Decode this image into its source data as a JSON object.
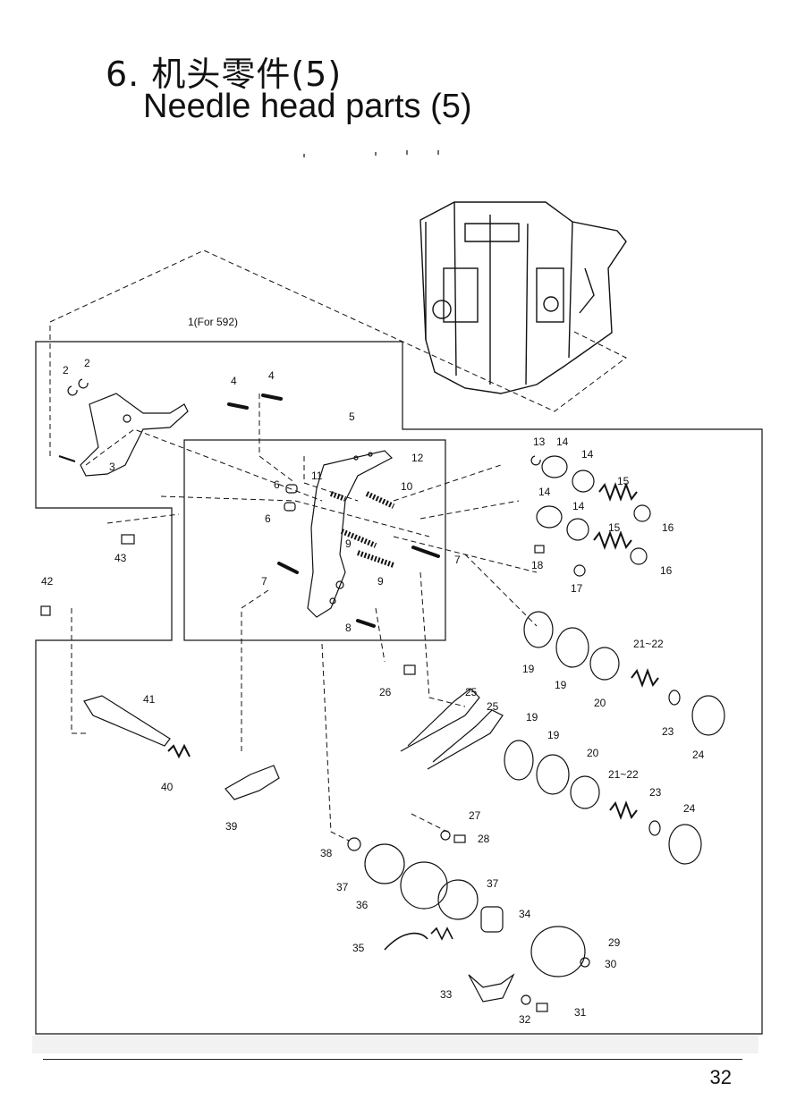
{
  "header": {
    "title_cn": "6. 机头零件(5)",
    "title_en": "Needle head parts (5)"
  },
  "footer": {
    "page_number": "32"
  },
  "callouts": {
    "c1": "1(For  592)",
    "c2a": "2",
    "c2b": "2",
    "c3": "3",
    "c4a": "4",
    "c4b": "4",
    "c5": "5",
    "c6a": "6",
    "c6b": "6",
    "c7a": "7",
    "c7b": "7",
    "c8": "8",
    "c9a": "9",
    "c9b": "9",
    "c10": "10",
    "c11": "11",
    "c12": "12",
    "c13": "13",
    "c14a": "14",
    "c14b": "14",
    "c14c": "14",
    "c14d": "14",
    "c15a": "15",
    "c15b": "15",
    "c16a": "16",
    "c16b": "16",
    "c17": "17",
    "c18": "18",
    "c19a": "19",
    "c19b": "19",
    "c19c": "19",
    "c19d": "19",
    "c20a": "20",
    "c20b": "20",
    "c21a": "21~22",
    "c21b": "21~22",
    "c23a": "23",
    "c23b": "23",
    "c24a": "24",
    "c24b": "24",
    "c25a": "25",
    "c25b": "25",
    "c26": "26",
    "c27": "27",
    "c28": "28",
    "c29": "29",
    "c30": "30",
    "c31": "31",
    "c32": "32",
    "c33": "33",
    "c34": "34",
    "c35": "35",
    "c36": "36",
    "c37a": "37",
    "c37b": "37",
    "c38": "38",
    "c39": "39",
    "c40": "40",
    "c41": "41",
    "c42": "42",
    "c43": "43"
  }
}
